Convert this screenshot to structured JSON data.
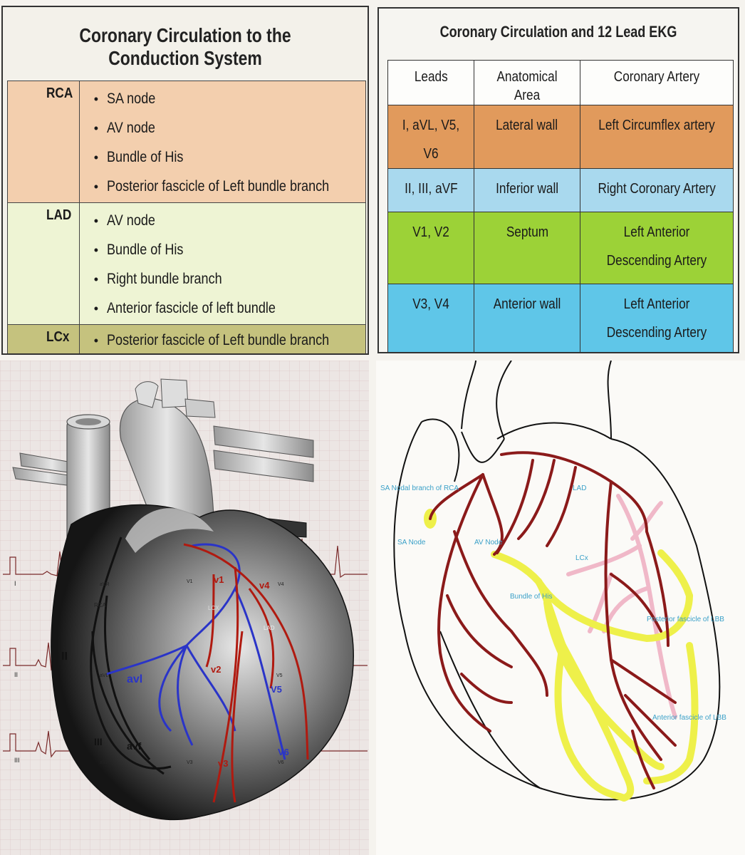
{
  "conduction": {
    "title": "Coronary Circulation to the Conduction System",
    "rows": [
      {
        "artery": "RCA",
        "items": [
          "SA node",
          "AV node",
          "Bundle of His",
          "Posterior fascicle of Left bundle branch"
        ]
      },
      {
        "artery": "LAD",
        "items": [
          "AV node",
          "Bundle of His",
          "Right bundle branch",
          "Anterior fascicle of left bundle"
        ]
      },
      {
        "artery": "LCx",
        "items": [
          "Posterior fascicle of Left bundle branch"
        ]
      }
    ],
    "bullet": "•"
  },
  "ekg": {
    "title": "Coronary Circulation and 12 Lead EKG",
    "headers": [
      "Leads",
      "Anatomical Area",
      "Coronary Artery"
    ],
    "rows": [
      {
        "leads": "I, aVL, V5, V6",
        "area": "Lateral wall",
        "artery": "Left Circumflex artery"
      },
      {
        "leads": "II, III, aVF",
        "area": "Inferior wall",
        "artery": "Right Coronary Artery"
      },
      {
        "leads": "V1, V2",
        "area": "Septum",
        "artery": "Left Anterior Descending Artery"
      },
      {
        "leads": "V3, V4",
        "area": "Anterior wall",
        "artery": "Left Anterior Descending Artery"
      }
    ],
    "colors": {
      "lateral": "#e19a5c",
      "inferior": "#a9d9ee",
      "septum": "#9cd237",
      "anterior": "#5fc6e8"
    }
  },
  "heart_diagram": {
    "labels": {
      "v1": "v1",
      "v2": "v2",
      "v3": "v3",
      "v4": "v4",
      "v5": "V5",
      "v6": "V6",
      "avl": "avl",
      "avf": "avf",
      "lead1": "I",
      "lead2": "II",
      "lead3": "III",
      "rca": "RCA",
      "lcx": "LCX",
      "lad": "LAD",
      "strip_avr": "aVR",
      "strip_v1": "V1",
      "strip_v4": "V4",
      "strip_avl": "aVL",
      "strip_v5": "V5",
      "strip_avf": "aVF",
      "strip_v3": "V3",
      "strip_v6": "V6",
      "strip_i": "I",
      "strip_ii": "II",
      "strip_iii": "III"
    },
    "colors": {
      "rca": "#111111",
      "lcx": "#2a34c8",
      "lad": "#b01a10",
      "ekg_trace": "#7a2a2a"
    }
  },
  "conduction_map": {
    "labels": {
      "sa_branch": "SA Nodal branch of RCA",
      "sa_node": "SA Node",
      "av_node": "AV Node",
      "lad": "LAD",
      "lcx": "LCx",
      "bundle": "Bundle of His",
      "posterior": "Posterior fascicle of LBB",
      "anterior": "Anterior fascicle of LBB"
    },
    "colors": {
      "artery": "#8b1a1a",
      "conduction": "#eef04a",
      "lcx": "#f0b8c8",
      "label": "#3aa0c8"
    }
  }
}
